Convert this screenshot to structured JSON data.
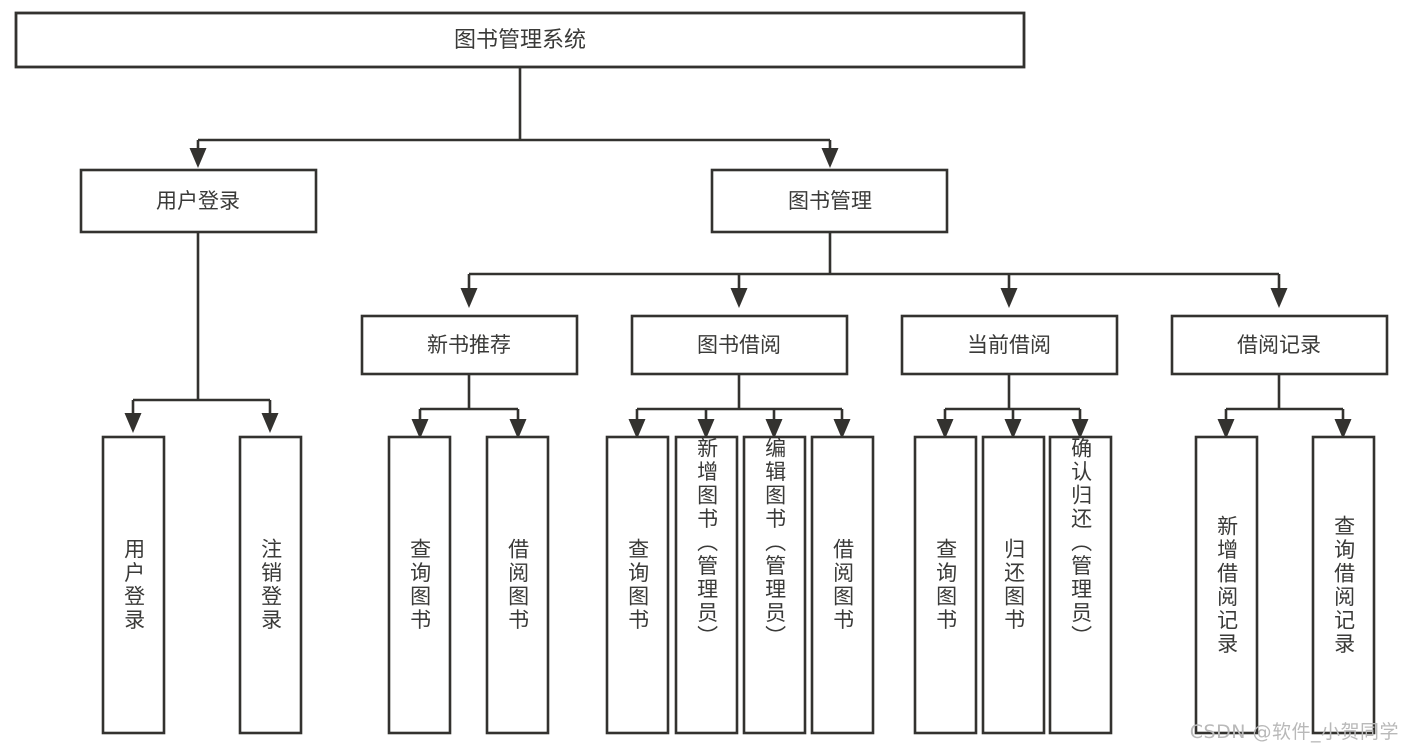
{
  "diagram": {
    "type": "tree",
    "title": "图书管理系统",
    "orientation": "top-down",
    "colors": {
      "stroke": "#33322f",
      "box_fill": "#ffffff",
      "text": "#3a3a38",
      "background": "#ffffff",
      "watermark": "#b9b9b9"
    },
    "root": {
      "label": "图书管理系统"
    },
    "level2": [
      {
        "label": "用户登录"
      },
      {
        "label": "图书管理"
      }
    ],
    "level3": [
      {
        "label": "新书推荐"
      },
      {
        "label": "图书借阅"
      },
      {
        "label": "当前借阅"
      },
      {
        "label": "借阅记录"
      }
    ],
    "leaves": {
      "user_login": [
        {
          "label": "用户登录"
        },
        {
          "label": "注销登录"
        }
      ],
      "new_book_recommend": [
        {
          "label": "查询图书"
        },
        {
          "label": "借阅图书"
        }
      ],
      "book_borrow": [
        {
          "label": "查询图书"
        },
        {
          "label": "新增图书（管理员）"
        },
        {
          "label": "编辑图书（管理员）"
        },
        {
          "label": "借阅图书"
        }
      ],
      "current_borrow": [
        {
          "label": "查询图书"
        },
        {
          "label": "归还图书"
        },
        {
          "label": "确认归还（管理员）"
        }
      ],
      "borrow_record": [
        {
          "label": "新增借阅记录"
        },
        {
          "label": "查询借阅记录"
        }
      ]
    }
  },
  "watermark": {
    "text": "CSDN @软件_小贺同学"
  }
}
